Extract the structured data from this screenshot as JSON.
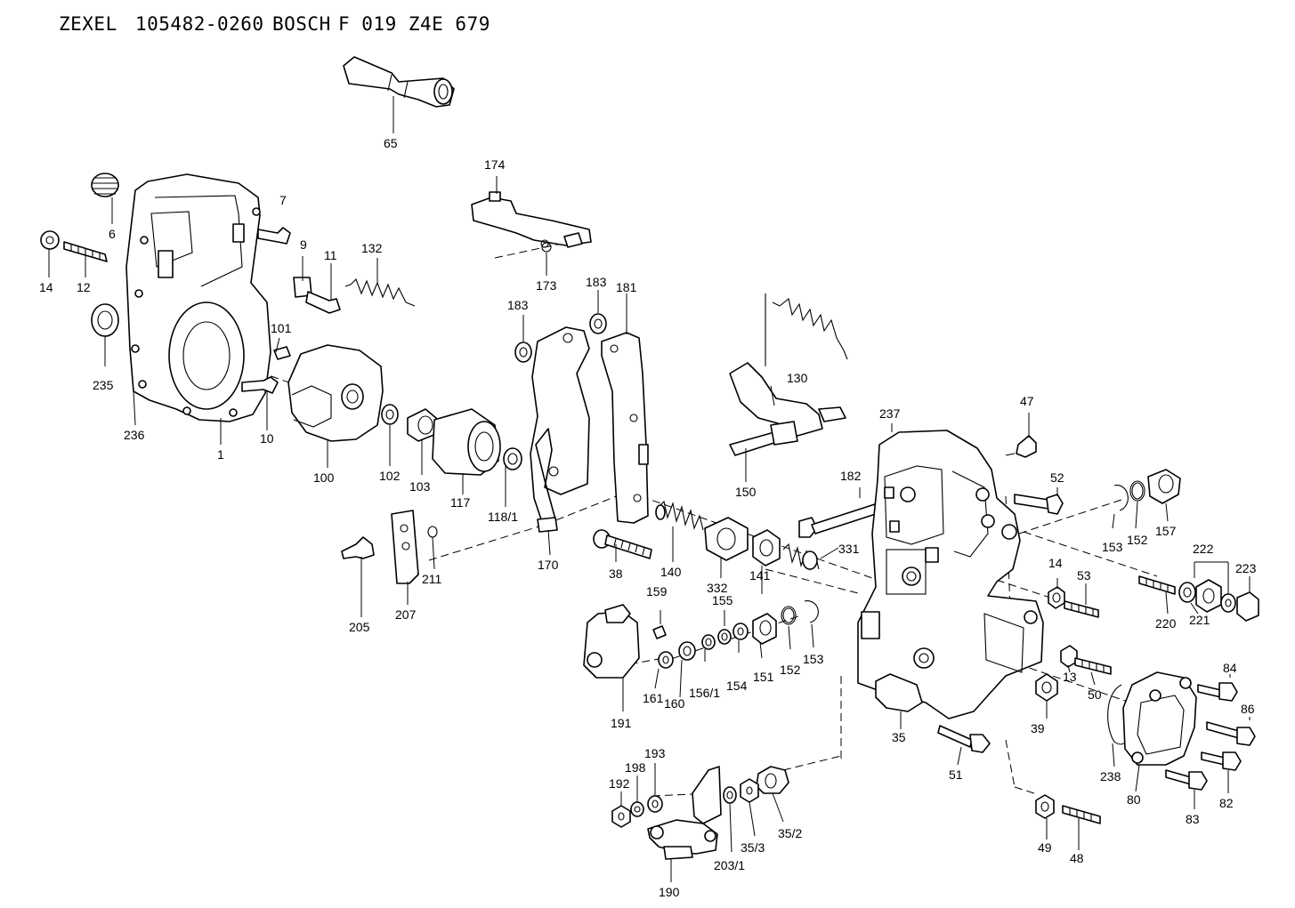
{
  "header": {
    "brand": "ZEXEL",
    "part_number": "105482-0260",
    "maker": "BOSCH",
    "maker_number": "F 019 Z4E 679"
  },
  "labels": {
    "p1": "1",
    "p6": "6",
    "p7": "7",
    "p9": "9",
    "p10": "10",
    "p11": "11",
    "p12": "12",
    "p13": "13",
    "p14a": "14",
    "p14b": "14",
    "p35": "35",
    "p35_2": "35/2",
    "p35_3": "35/3",
    "p38": "38",
    "p39": "39",
    "p47": "47",
    "p48": "48",
    "p49": "49",
    "p50": "50",
    "p51": "51",
    "p52": "52",
    "p53": "53",
    "p65": "65",
    "p80": "80",
    "p82": "82",
    "p83": "83",
    "p84": "84",
    "p86": "86",
    "p100": "100",
    "p101": "101",
    "p102": "102",
    "p103": "103",
    "p117": "117",
    "p118_1": "118/1",
    "p130": "130",
    "p132": "132",
    "p140": "140",
    "p141": "141",
    "p150": "150",
    "p151": "151",
    "p152a": "152",
    "p152b": "152",
    "p153a": "153",
    "p153b": "153",
    "p154": "154",
    "p155": "155",
    "p156_1": "156/1",
    "p157": "157",
    "p159": "159",
    "p160": "160",
    "p161": "161",
    "p170": "170",
    "p173": "173",
    "p174": "174",
    "p181": "181",
    "p182": "182",
    "p183a": "183",
    "p183b": "183",
    "p190": "190",
    "p191": "191",
    "p192": "192",
    "p193": "193",
    "p198": "198",
    "p203_1": "203/1",
    "p205": "205",
    "p207": "207",
    "p211": "211",
    "p220": "220",
    "p221": "221",
    "p222": "222",
    "p223": "223",
    "p235": "235",
    "p236": "236",
    "p237": "237",
    "p238": "238",
    "p331": "331",
    "p332": "332"
  }
}
